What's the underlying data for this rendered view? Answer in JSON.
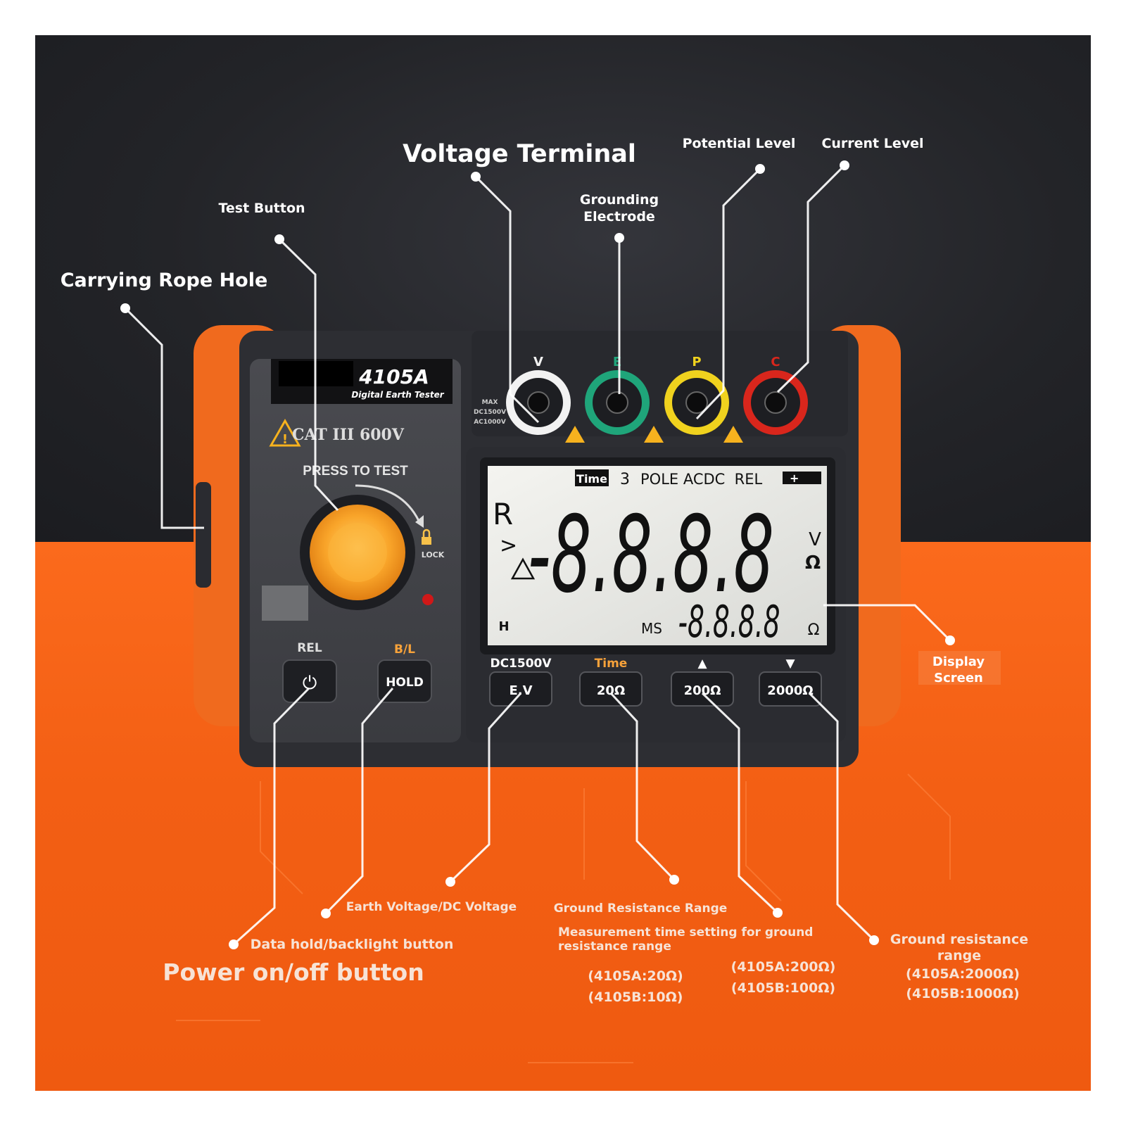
{
  "labels": {
    "voltage_terminal": "Voltage Terminal",
    "potential_level": "Potential Level",
    "current_level": "Current Level",
    "grounding_electrode": [
      "Grounding",
      "Electrode"
    ],
    "test_button": "Test Button",
    "carrying_rope_hole": "Carrying Rope Hole",
    "display_screen": [
      "Display",
      "Screen"
    ],
    "earth_voltage": "Earth Voltage/DC Voltage",
    "ground_resistance_range": "Ground Resistance Range",
    "measurement_time": [
      "Measurement time setting for ground",
      "resistance range"
    ],
    "range_20": [
      "(4105A:20Ω)",
      "(4105B:10Ω)"
    ],
    "range_200": [
      "(4105A:200Ω)",
      "(4105B:100Ω)"
    ],
    "data_hold": "Data hold/backlight button",
    "power_button": "Power on/off button",
    "ground_resistance_range_2": [
      "Ground resistance",
      "range"
    ],
    "range_2000": [
      "(4105A:2000Ω)",
      "(4105B:1000Ω)"
    ]
  },
  "device": {
    "model": "4105A",
    "subtitle": "Digital Earth Tester",
    "category": "CAT III 600V",
    "press_to_test": "PRESS TO TEST",
    "lock": "LOCK",
    "max_rating": [
      "MAX",
      "DC1500V",
      "AC1000V"
    ],
    "terminals": [
      {
        "letter": "V",
        "color": "#f2f2f2"
      },
      {
        "letter": "E",
        "color": "#1fa57a"
      },
      {
        "letter": "P",
        "color": "#f0d21e"
      },
      {
        "letter": "C",
        "color": "#d9261c"
      }
    ],
    "left_buttons": [
      {
        "top": "REL",
        "key": "⏻"
      },
      {
        "top": "B/L",
        "key": "HOLD"
      }
    ],
    "bottom_keys": [
      {
        "top": "DC1500V",
        "key": "E.V",
        "top_color": "#ffffff"
      },
      {
        "top": "Time",
        "key": "20Ω",
        "top_color": "#f7a23a"
      },
      {
        "top": "▲",
        "key": "200Ω",
        "top_color": "#ffffff"
      },
      {
        "top": "▼",
        "key": "2000Ω",
        "top_color": "#ffffff"
      }
    ]
  },
  "lcd": {
    "time": "Time",
    "pole": "3",
    "status": "POLE ACDC  REL",
    "r": "R",
    "gt": ">",
    "main": "-8.8.8.8",
    "unit_v": "V",
    "unit_ohm": "Ω",
    "h": "H",
    "ms": "MS",
    "sub": "-8.8.8.8",
    "sub_unit": "Ω"
  }
}
